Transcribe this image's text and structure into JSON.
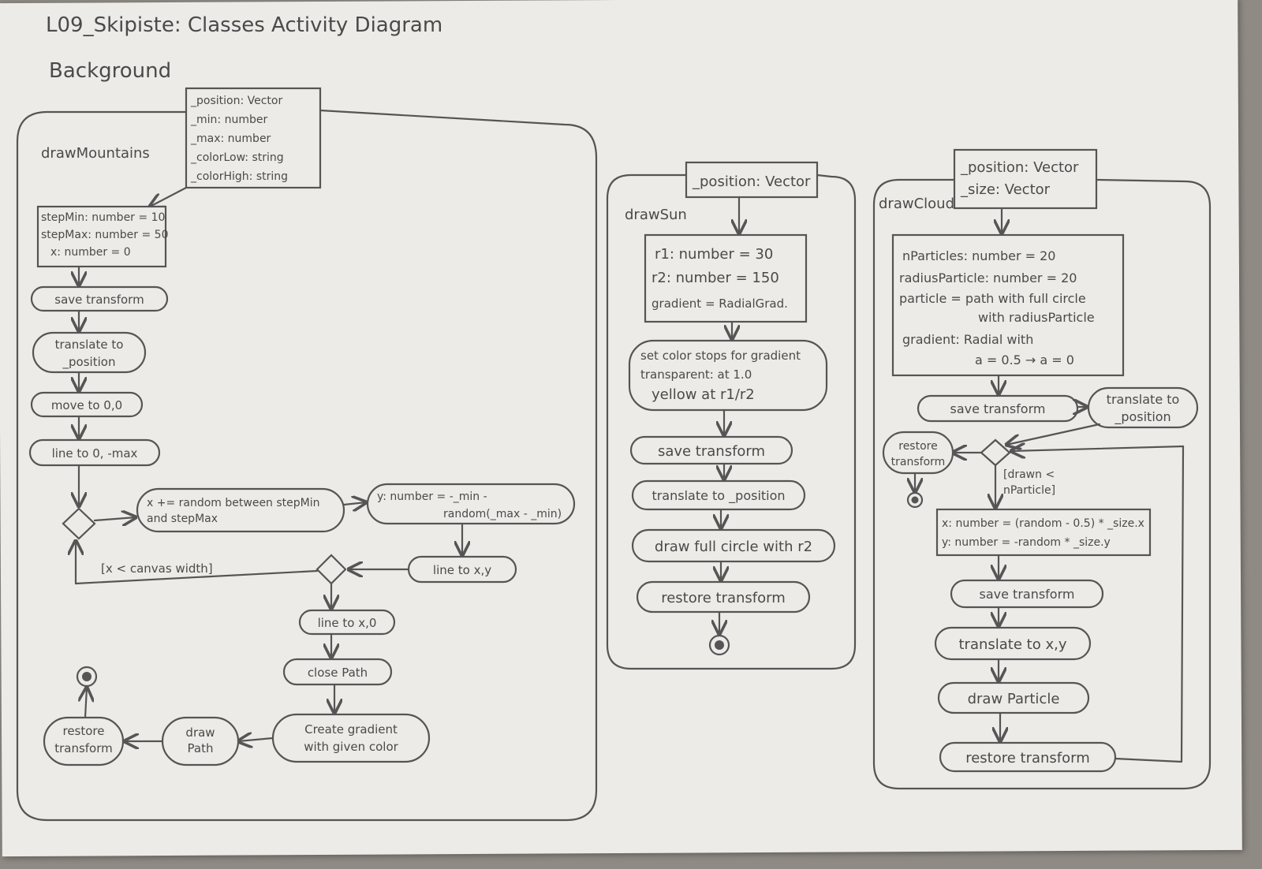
{
  "title": "L09_Skipiste: Classes Activity Diagram",
  "class_name": "Background",
  "mountains": {
    "name": "drawMountains",
    "params": [
      "_position: Vector",
      "_min: number",
      "_max: number",
      "_colorLow: string",
      "_colorHigh: string"
    ],
    "vars": [
      "stepMin: number = 10",
      "stepMax: number = 50",
      "x: number = 0"
    ],
    "save": "save transform",
    "translate": [
      "translate to",
      "_position"
    ],
    "move": "move to 0,0",
    "line_max": "line to 0, -max",
    "random_x": [
      "x += random between stepMin",
      "and stepMax"
    ],
    "random_y": [
      "y: number = -_min -",
      "random(_max - _min)"
    ],
    "line_xy": "line to x,y",
    "guard": "[x < canvas width]",
    "line_x0": "line to x,0",
    "close": "close Path",
    "gradient": [
      "Create gradient",
      "with given color"
    ],
    "draw_path": [
      "draw",
      "Path"
    ],
    "restore": [
      "restore",
      "transform"
    ]
  },
  "sun": {
    "name": "drawSun",
    "params": [
      "_position: Vector"
    ],
    "vars": [
      "r1: number = 30",
      "r2: number = 150",
      "gradient = RadialGrad."
    ],
    "stops": [
      "set color stops for gradient",
      "transparent: at 1.0",
      "yellow at r1/r2"
    ],
    "save": "save transform",
    "translate": "translate to _position",
    "circle": "draw full circle with r2",
    "restore": "restore transform"
  },
  "cloud": {
    "name": "drawCloud",
    "params": [
      "_position: Vector",
      "_size: Vector"
    ],
    "vars": [
      "nParticles: number = 20",
      "radiusParticle: number = 20",
      "particle = path with full circle",
      "with radiusParticle",
      "gradient: Radial with",
      "a = 0.5 → a = 0"
    ],
    "save": "save transform",
    "translate": [
      "translate to",
      "_position"
    ],
    "restore_end": [
      "restore",
      "transform"
    ],
    "guard": [
      "[drawn <",
      "nParticle]"
    ],
    "xy": [
      "x: number = (random - 0.5) * _size.x",
      "y: number = -random * _size.y"
    ],
    "save2": "save transform",
    "translate2": "translate to x,y",
    "draw": "draw Particle",
    "restore2": "restore transform"
  }
}
